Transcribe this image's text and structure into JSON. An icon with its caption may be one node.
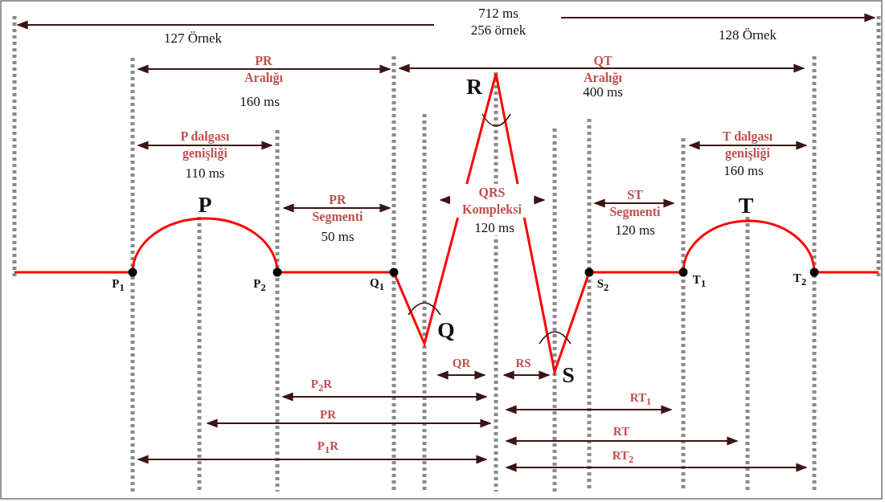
{
  "diagram": {
    "labels": [
      "712 ms",
      "256 örnek",
      "127 Örnek",
      "128 Örnek",
      "PR Aralığı",
      "QT Aralığı",
      "R",
      "160 ms",
      "400 ms",
      "P dalgası genişliği",
      "T dalgası genişliği",
      "110 ms",
      "160 ms",
      "PR Segmenti",
      "QRS Kompleksi",
      "ST Segmenti",
      "P",
      "T",
      "50 ms",
      "120 ms",
      "120 ms",
      "P$_{1}$",
      "P$_{2}$",
      "Q$_{1}$",
      "S$_{2}$",
      "T$_{1}$",
      "T$_{2}$",
      "Q",
      "QR",
      "RS",
      "S",
      "P$_{2}$R",
      "RT$_{1}$",
      "PR",
      "RT",
      "P$_{1}$R",
      "RT$_{2}$"
    ]
  }
}
